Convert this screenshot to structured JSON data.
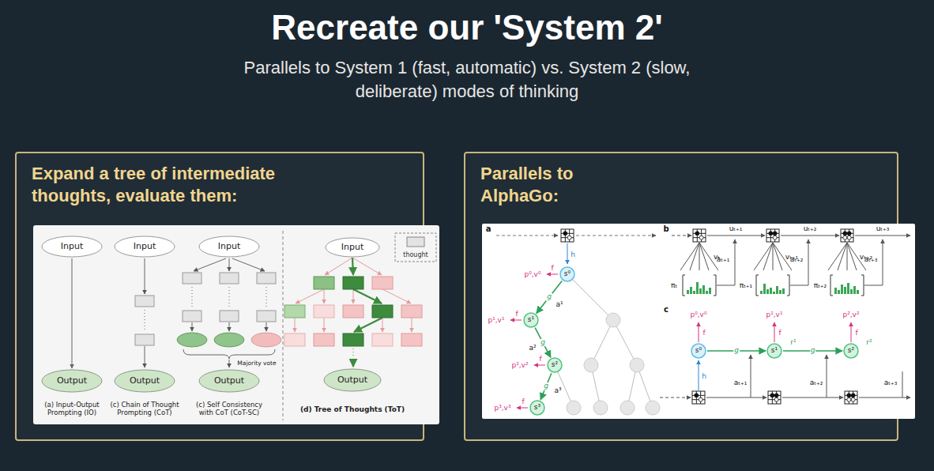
{
  "diagram": {
    "title": "Recreate our 'System 2'",
    "nodes": [
      {
        "text": [
          "Expand a tree of intermediate thoughts, evaluate them:"
        ]
      },
      {
        "text": [
          "Parallels to AlphaGo:"
        ]
      },
      {
        "text": [
          "Input"
        ],
        "in": 0
      },
      {
        "text": [
          "Output"
        ],
        "in": 0
      },
      {
        "text": [
          "Input"
        ],
        "in": 0
      },
      {
        "text": [
          "Output"
        ],
        "in": 0
      },
      {
        "text": [
          "Input"
        ],
        "in": 0
      },
      {
        "text": [
          "Output"
        ],
        "in": 0
      },
      {
        "text": [
          "Input"
        ],
        "in": 0
      },
      {
        "text": [
          "Output"
        ],
        "in": 0
      },
      {
        "text": [
          "s⁰"
        ],
        "in": 1
      },
      {
        "text": [
          "s¹"
        ],
        "in": 1
      },
      {
        "text": [
          "s²"
        ],
        "in": 1
      },
      {
        "text": [
          "s³"
        ],
        "in": 1
      },
      {
        "text": [
          "s⁰"
        ],
        "in": 1
      },
      {
        "text": [
          "s¹"
        ],
        "in": 1
      },
      {
        "text": [
          "s²"
        ],
        "in": 1
      }
    ],
    "edges": [
      {
        "from": 2,
        "to": 3,
        "arrow": "to"
      },
      {
        "from": 10,
        "to": 11,
        "label": "g",
        "arrow": "to"
      },
      {
        "from": 11,
        "to": 12,
        "label": "g",
        "arrow": "to"
      },
      {
        "from": 12,
        "to": 13,
        "label": "g",
        "arrow": "to"
      },
      {
        "from": 14,
        "to": 15,
        "label": "g",
        "arrow": "to"
      },
      {
        "from": 15,
        "to": 16,
        "label": "g",
        "arrow": "to"
      }
    ],
    "labels": [
      "(a) Input-Output Prompting (IO)",
      "(c) Chain of Thought Prompting (CoT)",
      "(c) Self Consistency with CoT (CoT-SC)",
      "Majority vote",
      "(d) Tree of Thoughts (ToT)",
      "a",
      "h",
      "f",
      "p⁰,v⁰",
      "a¹",
      "f",
      "p¹,v¹",
      "a²",
      "f",
      "p²,v²",
      "a³",
      "f",
      "p³,v³",
      "b",
      "uₜ₊₁",
      "uₜ₊₂",
      "uₜ₊₃",
      "vₜ",
      "vₜ₊₁",
      "vₜ₊₂",
      "πₜ",
      "πₜ₊₁",
      "πₜ₊₂",
      "aₜ₊₁",
      "aₜ₊₂",
      "aₜ₊₃",
      "c",
      "p⁰,v⁰",
      "f",
      "p¹,v¹",
      "f",
      "p²,v²",
      "f",
      "h",
      "r¹",
      "r²",
      "aₜ₊₁",
      "aₜ₊₂",
      "aₜ₊₃",
      "Parallels to System 1 (fast, automatic) vs. System 2 (slow, deliberate) modes of thinking"
    ],
    "legend": [
      {
        "text": "thought"
      }
    ]
  }
}
